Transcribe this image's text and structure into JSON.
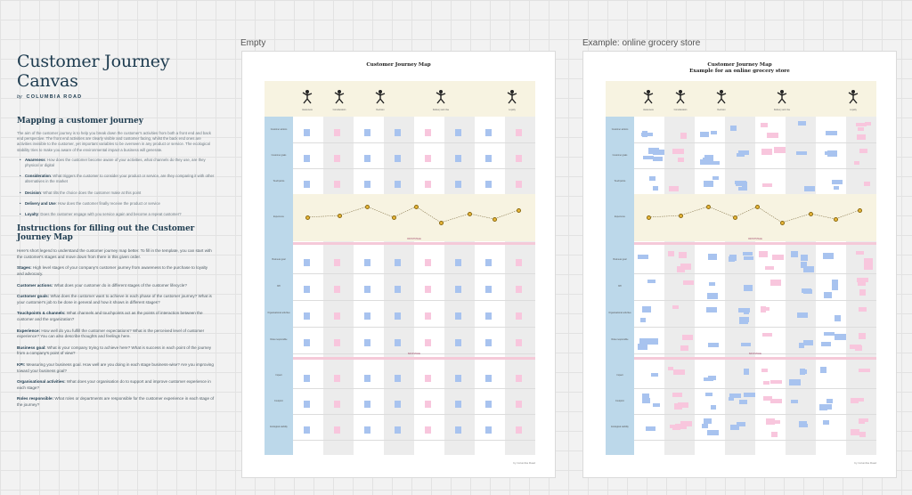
{
  "canvas": {
    "title": "Customer Journey Canvas",
    "brand_prefix": "by",
    "brand_name": "COLUMBIA ROAD"
  },
  "mapping": {
    "title": "Mapping a customer journey",
    "intro": "The aim of the customer journey is to help you break down the customer's activities from both a front end and back end perspective. The front end activities are clearly visible and customer facing, whilst the back end ones are activities invisible to the customer, yet important variables to be overseen in any product or service. The ecological stability tries to make you aware of the environmental impact a business will generate.",
    "stages": [
      {
        "name": "Awareness",
        "text": ": How does the customer become aware of your activities, what channels do they use, are they physical or digital"
      },
      {
        "name": "Consideration",
        "text": ": What triggers the customer to consider your product or service, are they comparing it with other alternatives in the market"
      },
      {
        "name": "Decision",
        "text": ": What tilts the choice does the customer make at this point"
      },
      {
        "name": "Delivery and Use",
        "text": ": How does the customer finally receive the product or service"
      },
      {
        "name": "Loyalty",
        "text": ": Does the customer engage with you service again and become a repeat customer?"
      }
    ]
  },
  "instructions": {
    "title": "Instructions for filling out the Customer Journey Map",
    "intro": "Here's short legend to understand the customer journey map better. To fill in the template, you can start with the customer's stages and move down from there in this given order.",
    "items": [
      {
        "term": "Stages:",
        "text": " High level stages of your company's customer journey from awareness to the purchase to loyalty and advocacy."
      },
      {
        "term": "Customer actions:",
        "text": " What does your customer do in different stages of the customer lifecycle?"
      },
      {
        "term": "Customer goals:",
        "text": " What does the customer want to achieve in each phase of the customer journey? What is your customer's job to be done in general and how it shows in different stages?"
      },
      {
        "term": "Touchpoints & channels:",
        "text": " What channels and touchpoints act as the points of interaction between the customer and the organization?"
      },
      {
        "term": "Experience:",
        "text": " How well do you fulfill the customer expectations? What is the perceived level of customer experience? You can also describe thoughts and feelings here."
      },
      {
        "term": "Business goal:",
        "text": " What is your company trying to achieve here? What is success in each point of the journey from a company's point of view?"
      },
      {
        "term": "KPI:",
        "text": " Measuring your business goal. How well are you doing in each stage business-wise? Are you improving toward your business goal?"
      },
      {
        "term": "Organisational activities:",
        "text": " What does your organisation do to support and improve customer experience in each stage?"
      },
      {
        "term": "Roles responsible:",
        "text": " What roles or departments are responsible for the customer experience in each stage of the journey?"
      }
    ]
  },
  "frames": {
    "empty_label": "Empty",
    "example_label": "Example: online grocery store"
  },
  "empty_doc": {
    "title": "Customer Journey Map",
    "subtitle": "",
    "footer": "by Columbia Road"
  },
  "example_doc": {
    "title": "Customer Journey Map",
    "subtitle": "Example for an online grocery store",
    "footer": "by Columbia Road"
  },
  "colors": {
    "sticky_blue": "#a8c3ef",
    "sticky_pink": "#f8c6dd",
    "label_column": "#bcd8ea",
    "stage_band": "#f7f3e1",
    "experience_dot": "#e9b73a"
  },
  "map_template": {
    "stages": [
      "Awareness",
      "Consideration",
      "Decision",
      "Delivery and Use",
      "Loyalty"
    ],
    "rows_front": [
      "Customer actions",
      "Customer goals",
      "Touchpoints"
    ],
    "row_experience": "Experience",
    "frontstage_band": "FRONTSTAGE",
    "rows_back": [
      "Business goal",
      "KPI",
      "Organisational activities",
      "Roles responsible"
    ],
    "backstage_band": "BACKSTAGE",
    "rows_eco": [
      "Impact",
      "Footprint",
      "Ecological stability"
    ]
  }
}
